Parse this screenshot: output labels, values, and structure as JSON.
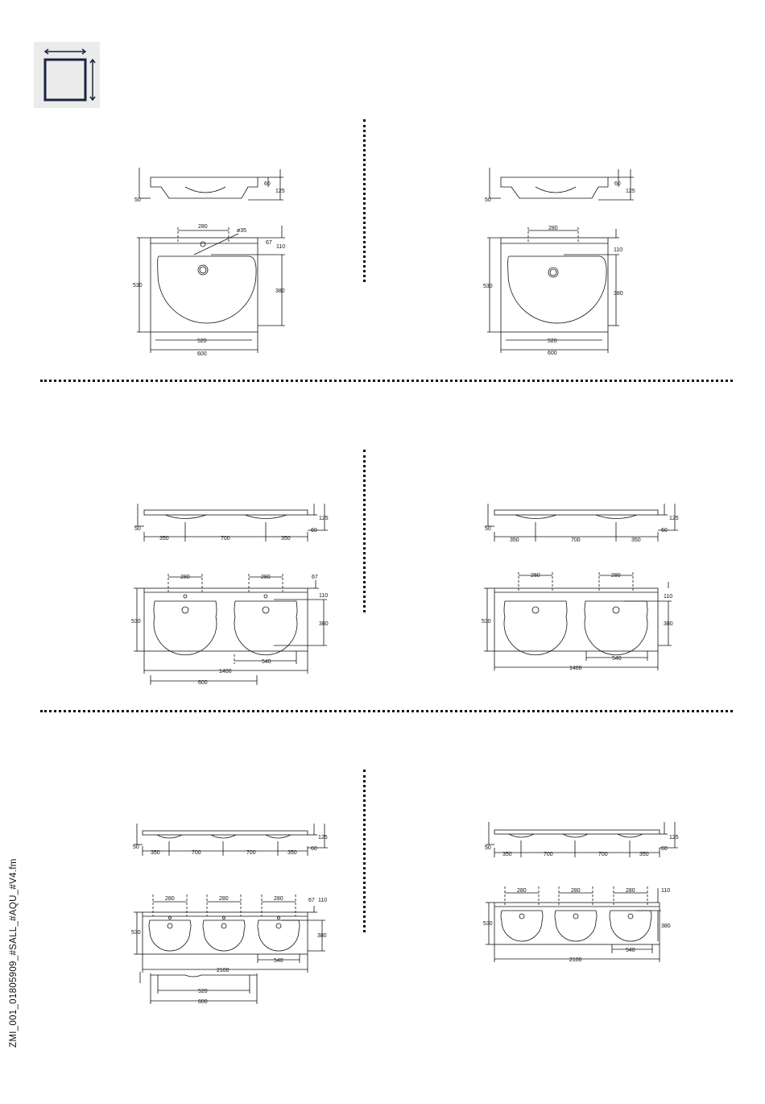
{
  "header": {
    "icon": "dimensions-icon"
  },
  "footer": {
    "file_reference": "ZMI_001_01805909_#SALL_#AQU_#V4.fm"
  },
  "drawings": [
    {
      "id": "single-with-taphole",
      "variant": "single",
      "side": {
        "d50": "50",
        "d60": "60",
        "d125": "125"
      },
      "top": {
        "d280": "280",
        "d35": "ø35",
        "d67": "67",
        "d110": "110",
        "d530": "530",
        "d380": "380",
        "d520": "520",
        "d600": "600"
      }
    },
    {
      "id": "single-no-taphole",
      "variant": "single",
      "side": {
        "d50": "50",
        "d60": "60",
        "d125": "125"
      },
      "top": {
        "d280": "280",
        "d110": "110",
        "d530": "530",
        "d380": "380",
        "d520": "520",
        "d600": "600"
      }
    },
    {
      "id": "double-with-taphole",
      "variant": "double",
      "side": {
        "d50": "50",
        "d60": "60",
        "d125": "125",
        "d350a": "350",
        "d700": "700",
        "d350b": "350"
      },
      "top": {
        "d280a": "280",
        "d280b": "280",
        "d67": "67",
        "d110": "110",
        "d530": "530",
        "d380": "380",
        "d540": "540",
        "d1400": "1400",
        "d600": "600"
      }
    },
    {
      "id": "double-no-taphole",
      "variant": "double",
      "side": {
        "d50": "50",
        "d60": "60",
        "d125": "125",
        "d350a": "350",
        "d700": "700",
        "d350b": "350"
      },
      "top": {
        "d280a": "280",
        "d280b": "280",
        "d110": "110",
        "d530": "530",
        "d380": "380",
        "d540": "540",
        "d1400": "1400"
      }
    },
    {
      "id": "triple-with-taphole",
      "variant": "triple",
      "side": {
        "d50": "50",
        "d60": "60",
        "d125": "125",
        "d350a": "350",
        "d700a": "700",
        "d700b": "700",
        "d350b": "350"
      },
      "top": {
        "d280a": "280",
        "d280b": "280",
        "d280c": "280",
        "d67": "67",
        "d110": "110",
        "d530": "530",
        "d380": "380",
        "d540": "540",
        "d2100": "2100",
        "d520": "520",
        "d600": "600"
      }
    },
    {
      "id": "triple-no-taphole",
      "variant": "triple",
      "side": {
        "d50": "50",
        "d60": "60",
        "d125": "125",
        "d350a": "350",
        "d700a": "700",
        "d700b": "700",
        "d350b": "350"
      },
      "top": {
        "d280a": "280",
        "d280b": "280",
        "d280c": "280",
        "d110": "110",
        "d530": "530",
        "d380": "380",
        "d540": "540",
        "d2100": "2100"
      }
    }
  ]
}
